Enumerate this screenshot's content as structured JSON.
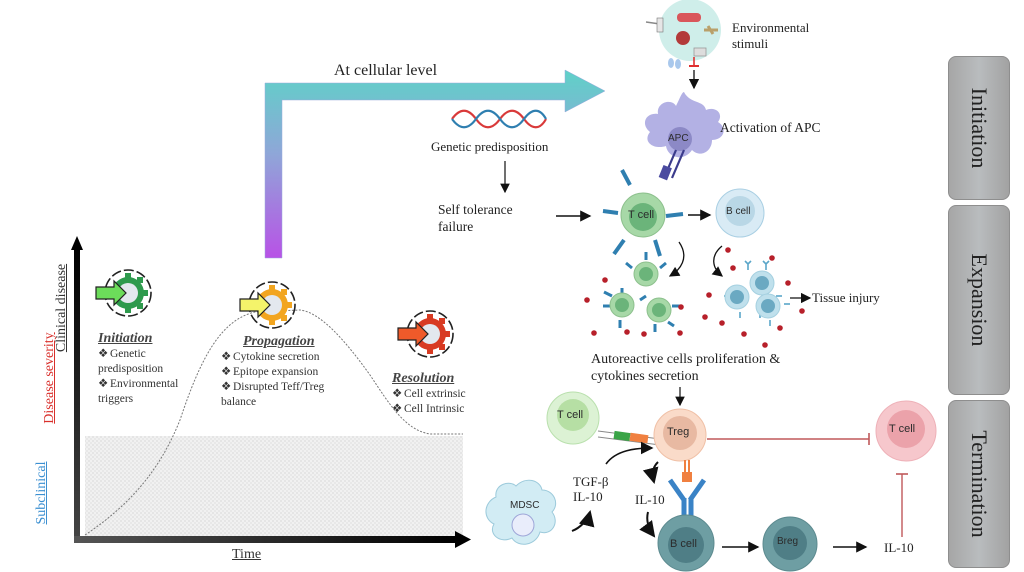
{
  "graph": {
    "y_axis_label": "Disease severity",
    "y_upper_label": "Clinical disease",
    "y_lower_label": "Subclinical",
    "x_axis_label": "Time",
    "phases": [
      {
        "name": "Initiation",
        "color": "#3fb35a",
        "bullets": [
          "Genetic predisposition",
          "Environmental triggers"
        ]
      },
      {
        "name": "Propagation",
        "color": "#f2b12a",
        "bullets": [
          "Cytokine secretion",
          "Epitope expansion",
          "Disrupted Teff/Treg balance"
        ]
      },
      {
        "name": "Resolution",
        "color": "#e0452a",
        "bullets": [
          "Cell extrinsic",
          "Cell Intrinsic"
        ]
      }
    ]
  },
  "bent_arrow": {
    "label": "At cellular level"
  },
  "pathway": {
    "environmental_stimuli": "Environmental stimuli",
    "activation_apc": "Activation of APC",
    "genetic_predisposition": "Genetic predisposition",
    "self_tolerance_failure_line1": "Self tolerance",
    "self_tolerance_failure_line2": "failure",
    "tissue_injury": "Tissue injury",
    "autoreactive_line1": "Autoreactive cells proliferation &",
    "autoreactive_line2": "cytokines secretion",
    "tgf_beta": "TGF-β",
    "il10_mdsc": "IL-10",
    "il10_treg": "IL-10",
    "il10_breg": "IL-10"
  },
  "cells": {
    "apc": "APC",
    "t_cell_active": "T cell",
    "b_cell_active": "B cell",
    "t_cell_left": "T cell",
    "treg": "Treg",
    "mdsc": "MDSC",
    "b_cell_bottom": "B cell",
    "breg": "Breg",
    "t_cell_suppressed": "T cell"
  },
  "stages": [
    "Initiation",
    "Expansion",
    "Termination"
  ]
}
